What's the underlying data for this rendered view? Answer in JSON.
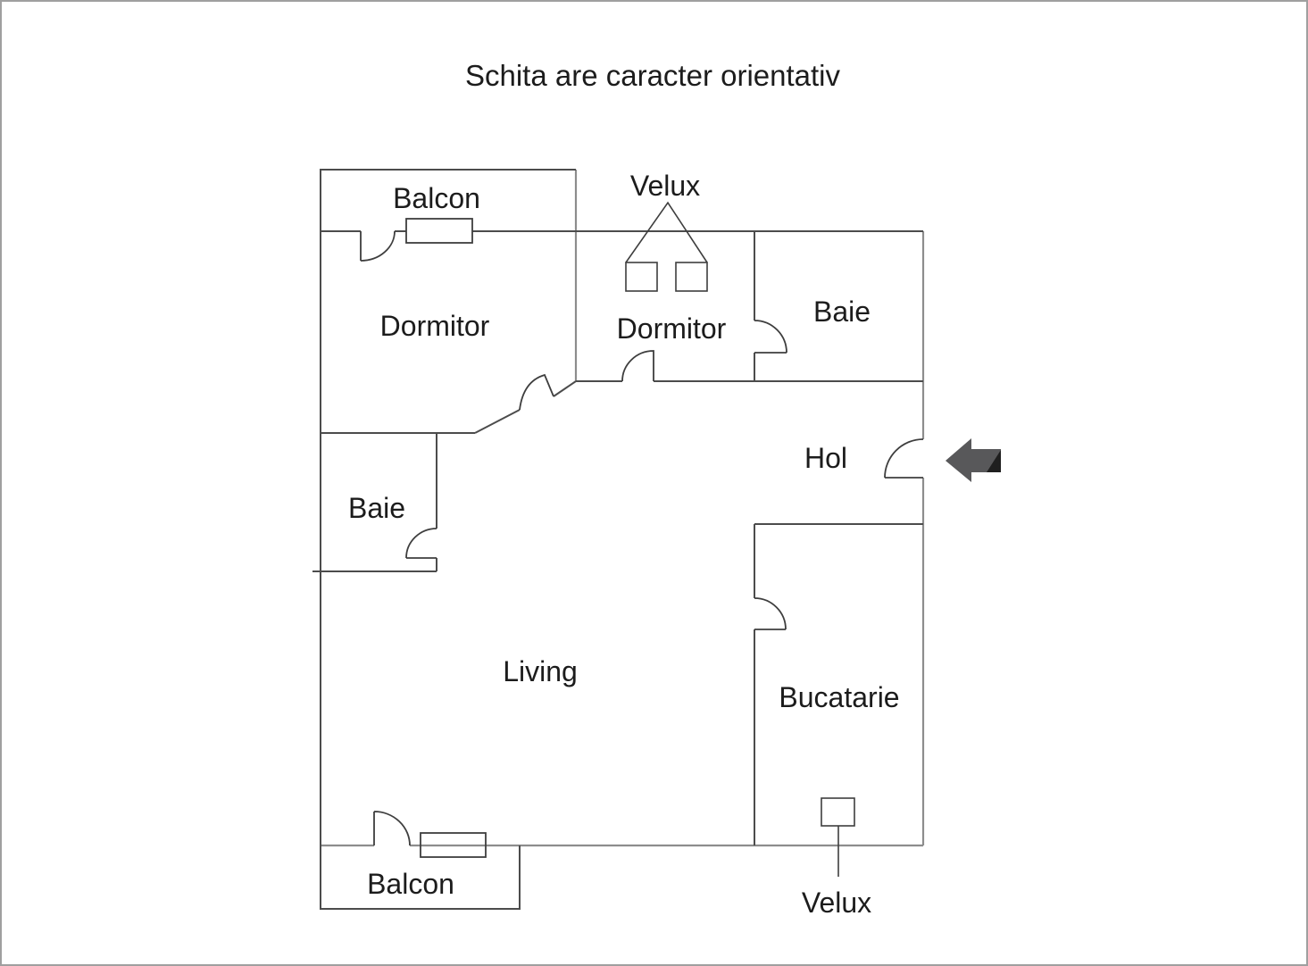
{
  "title": "Schita are caracter orientativ",
  "rooms": {
    "balcon_top": {
      "label": "Balcon"
    },
    "dormitor_left": {
      "label": "Dormitor"
    },
    "dormitor_mid": {
      "label": "Dormitor"
    },
    "baie_top": {
      "label": "Baie"
    },
    "hol": {
      "label": "Hol"
    },
    "baie_left": {
      "label": "Baie"
    },
    "living": {
      "label": "Living"
    },
    "bucatarie": {
      "label": "Bucatarie"
    },
    "balcon_bottom": {
      "label": "Balcon"
    }
  },
  "markers": {
    "velux_top": {
      "label": "Velux"
    },
    "velux_bottom": {
      "label": "Velux"
    }
  },
  "colors": {
    "background": "#ffffff",
    "page_border": "#9f9f9f",
    "wall": "#4c4c4c",
    "wall_light": "#8d8d8d",
    "door": "#3e3e3e",
    "text": "#1c1c1c",
    "arrow_body": "#58585a",
    "arrow_shadow": "#1f1f1f"
  }
}
